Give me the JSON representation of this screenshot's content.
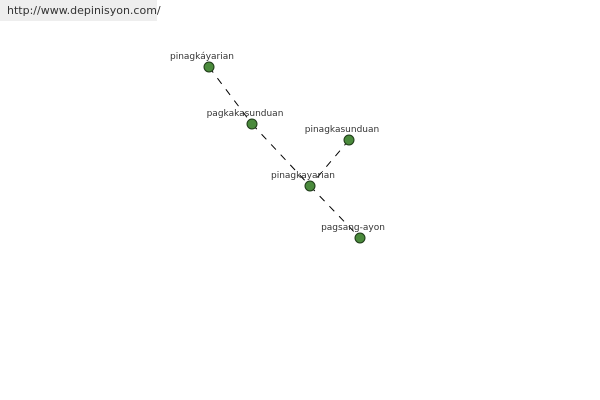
{
  "url": "http://www.depinisyon.com/",
  "node_color": "#4a8a3c",
  "nodes": [
    {
      "id": "n0",
      "label": "pinagkáyarian"
    },
    {
      "id": "n1",
      "label": "pagkakasunduan"
    },
    {
      "id": "n2",
      "label": "pinagkasunduan"
    },
    {
      "id": "n3",
      "label": "pinagkayarian"
    },
    {
      "id": "n4",
      "label": "pagsang-ayon"
    }
  ],
  "edges": [
    [
      "n0",
      "n1"
    ],
    [
      "n1",
      "n3"
    ],
    [
      "n2",
      "n3"
    ],
    [
      "n3",
      "n4"
    ]
  ]
}
